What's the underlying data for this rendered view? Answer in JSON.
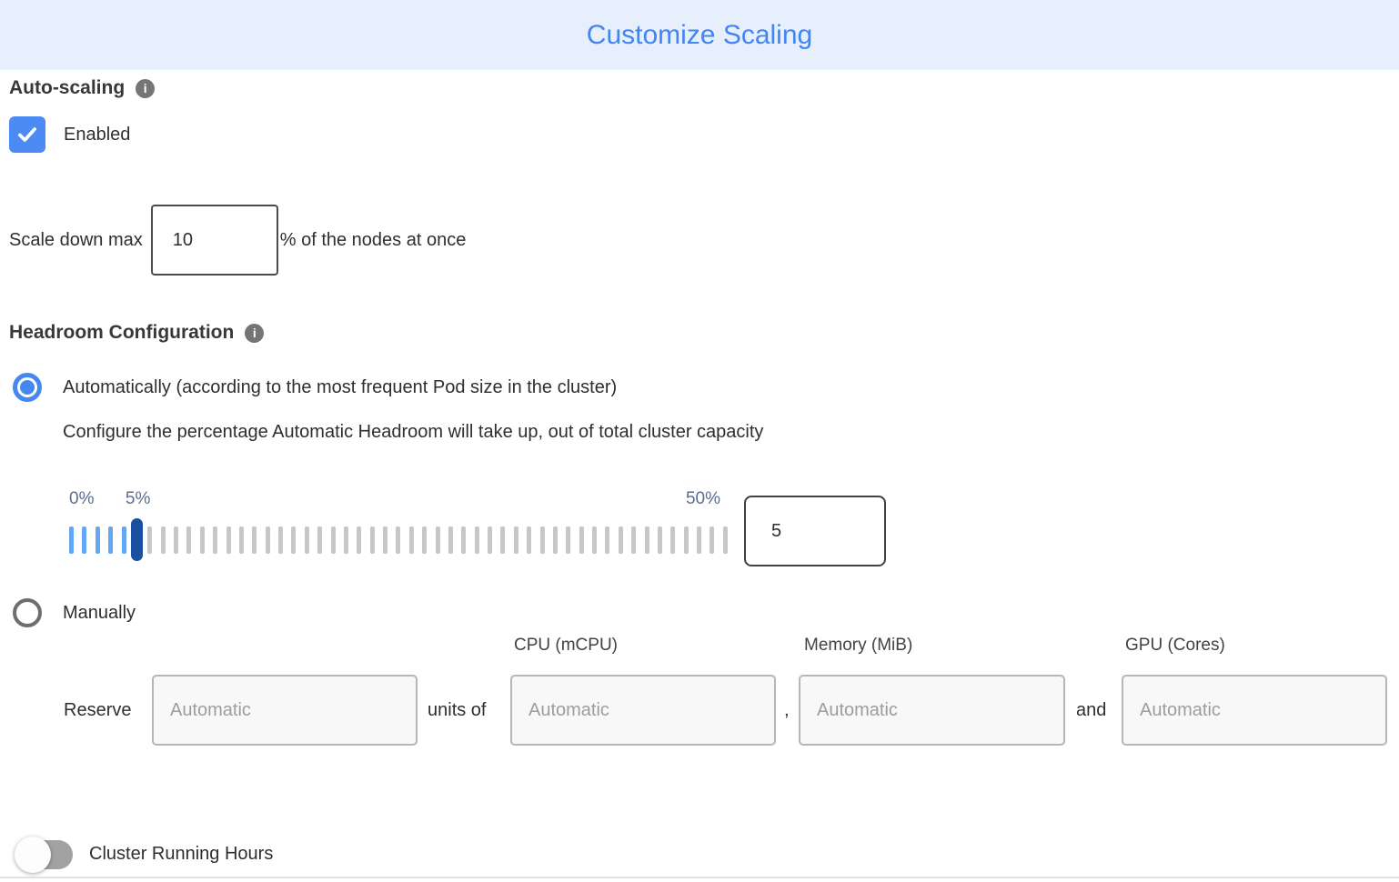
{
  "header": {
    "title": "Customize Scaling"
  },
  "icons": {
    "info_glyph": "i"
  },
  "auto_scaling": {
    "label": "Auto-scaling",
    "enabled_label": "Enabled",
    "checkbox_checked": true
  },
  "scale_down": {
    "prefix": "Scale down max",
    "value": "10",
    "suffix": "% of the nodes at once"
  },
  "headroom": {
    "label": "Headroom Configuration",
    "auto_option": "Automatically (according to the most frequent Pod size in the cluster)",
    "auto_selected": true,
    "auto_description": "Configure the percentage Automatic Headroom will take up, out of total cluster capacity",
    "slider": {
      "min_label": "0%",
      "current_label": "5%",
      "max_label": "50%",
      "value": "5",
      "tick_count": 51,
      "active_ticks": 6,
      "handle_index": 5
    },
    "manual_option": "Manually",
    "manual_selected": false,
    "reserve": {
      "prefix": "Reserve",
      "units_placeholder": "Automatic",
      "middle": "units of",
      "cpu_header": "CPU (mCPU)",
      "cpu_placeholder": "Automatic",
      "comma": ",",
      "memory_header": "Memory (MiB)",
      "memory_placeholder": "Automatic",
      "and_label": "and",
      "gpu_header": "GPU (Cores)",
      "gpu_placeholder": "Automatic"
    }
  },
  "cluster_running_hours": {
    "label": "Cluster Running Hours",
    "toggle_on": false
  },
  "colors": {
    "accent_blue": "#4285f4",
    "header_bg": "#e8effc",
    "checkbox_blue": "#4c8bf4",
    "radio_blue": "#4688f1",
    "slider_active_tick": "#64a6f6",
    "slider_inactive_tick": "#c7c7c7",
    "slider_handle": "#1b4fa0",
    "slider_label_text": "#5b6e90",
    "toggle_track_off": "#a2a2a2",
    "divider": "#e2e2e2"
  }
}
